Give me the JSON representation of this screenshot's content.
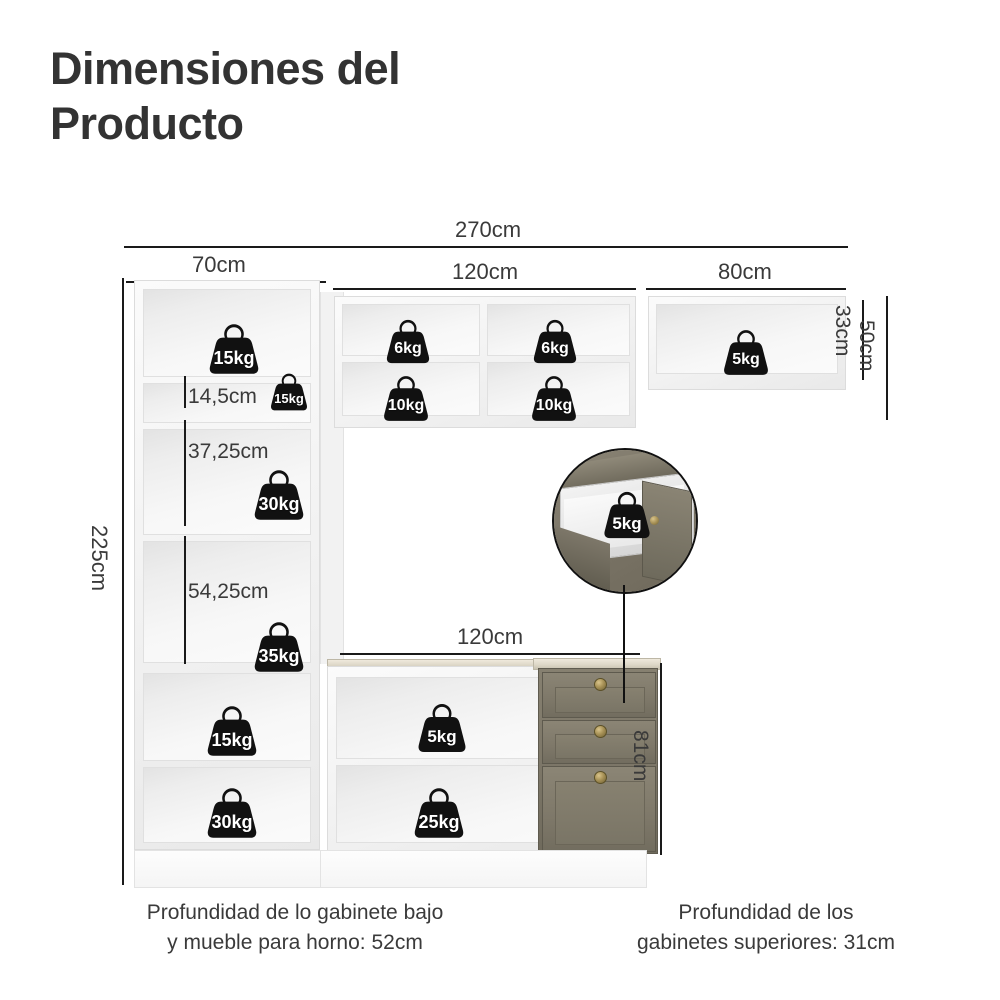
{
  "title": {
    "line1": "Dimensiones del",
    "line2": "Producto"
  },
  "dimensions": {
    "total_width": "270cm",
    "left_column_width": "70cm",
    "upper_center_width": "120cm",
    "upper_right_width": "80cm",
    "total_height": "225cm",
    "upper_cabinet_inner_height": "33cm",
    "upper_cabinet_outer_height": "50cm",
    "lower_center_width": "120cm",
    "lower_height": "81cm",
    "shelf_a_height": "14,5cm",
    "shelf_b_height": "37,25cm",
    "shelf_c_height": "54,25cm"
  },
  "weights": {
    "left_top": "15kg",
    "left_small_shelf": "15kg",
    "left_mid": "30kg",
    "left_low": "35kg",
    "upper_center_tl": "6kg",
    "upper_center_tr": "6kg",
    "upper_center_bl": "10kg",
    "upper_center_br": "10kg",
    "upper_right": "5kg",
    "drawer_detail": "5kg",
    "base_left_upper": "15kg",
    "base_left_lower": "30kg",
    "base_center_upper": "5kg",
    "base_center_lower": "25kg"
  },
  "captions": {
    "left_line1": "Profundidad de lo gabinete bajo",
    "left_line2": "y mueble para horno: 52cm",
    "right_line1": "Profundidad de los",
    "right_line2": "gabinetes superiores: 31cm"
  },
  "colors": {
    "title": "#333333",
    "line": "#1a1a1a",
    "badge": "#111111",
    "cabinet_white": "#f5f5f5",
    "drawer_taupe": "#7c7667",
    "knob_brass": "#a89257"
  }
}
